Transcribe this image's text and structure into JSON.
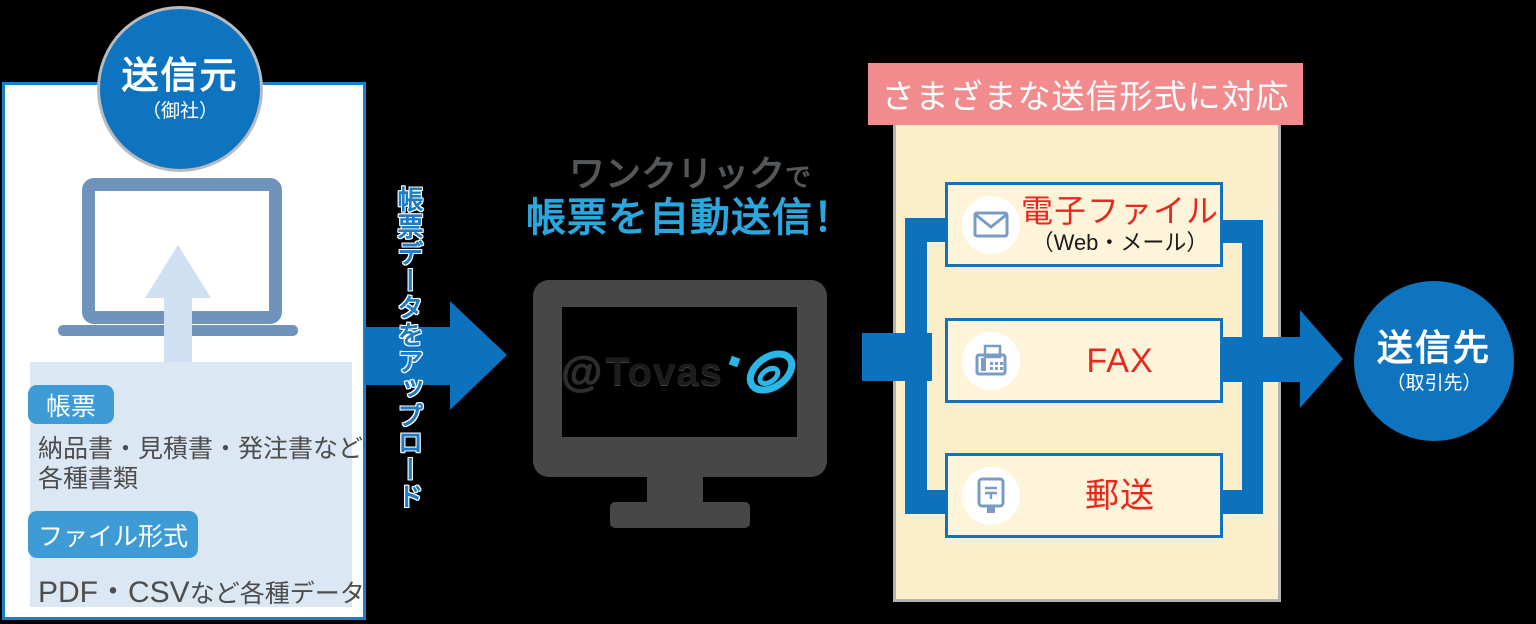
{
  "source": {
    "title": "送信元",
    "subtitle": "（御社）",
    "badge_documents": "帳票",
    "documents_line1": "納品書・見積書・発注書など",
    "documents_line2": "各種書類",
    "badge_file_format": "ファイル形式",
    "file_types_latin": "PDF・CSV",
    "file_types_rest": "など各種データ"
  },
  "upload_label": "帳票データをアップロード",
  "center": {
    "headline_line1": "ワンクリック",
    "headline_line1_suffix": "で",
    "headline_line2": "帳票を自動送信！",
    "logo_at": "@",
    "logo_word": "Tovas"
  },
  "formats": {
    "header": "さまざまな送信形式に対応",
    "items": [
      {
        "label": "電子ファイル",
        "sublabel": "（Web・メール）",
        "icon": "envelope-icon"
      },
      {
        "label": "FAX",
        "icon": "fax-icon"
      },
      {
        "label": "郵送",
        "icon": "postbox-icon"
      }
    ]
  },
  "destination": {
    "title": "送信先",
    "subtitle": "（取引先）"
  },
  "colors": {
    "primary_blue": "#0d72bd",
    "circle_blue": "#0f74bf",
    "badge_blue": "#3f9bd5",
    "steel_blue": "#7093bc",
    "light_panel": "#dbe7f3",
    "cyan_headline": "#29a8e0",
    "heading_gray": "#54585b",
    "monitor_gray": "#474747",
    "cream_panel": "#fbeeca",
    "pink_header": "#f28b8d",
    "red_label": "#e8281e",
    "logo_cyan": "#29b7e9"
  }
}
